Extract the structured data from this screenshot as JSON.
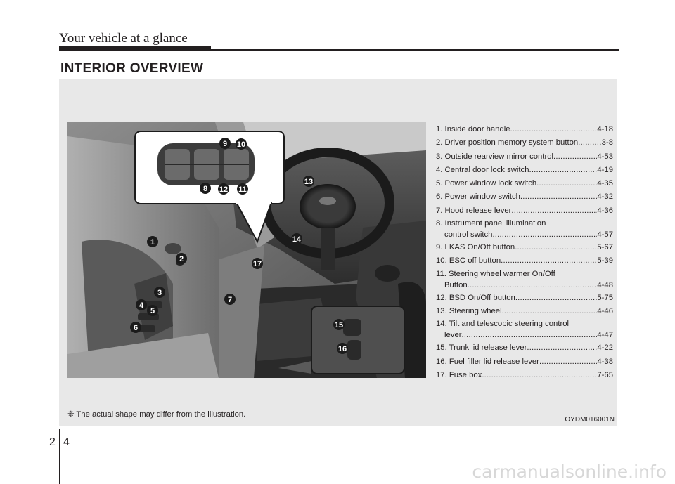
{
  "header": {
    "title": "Your vehicle at a glance"
  },
  "section_title": "INTERIOR OVERVIEW",
  "callouts": [
    "1",
    "2",
    "3",
    "4",
    "5",
    "6",
    "7",
    "8",
    "9",
    "10",
    "11",
    "12",
    "13",
    "14",
    "15",
    "16",
    "17"
  ],
  "items": [
    {
      "name": "1. Inside door handle",
      "page": "4-18"
    },
    {
      "name": "2. Driver position memory system button",
      "page": "3-8"
    },
    {
      "name": "3. Outside rearview mirror control",
      "page": "4-53"
    },
    {
      "name": "4. Central door lock switch",
      "page": "4-19"
    },
    {
      "name": "5. Power window lock switch",
      "page": "4-35"
    },
    {
      "name": "6. Power window switch",
      "page": "4-32"
    },
    {
      "name": "7. Hood release lever",
      "page": "4-36"
    },
    {
      "name": "8. Instrument panel illumination",
      "name2": "control switch",
      "page": "4-57"
    },
    {
      "name": "9. LKAS On/Off button",
      "page": "5-67"
    },
    {
      "name": "10. ESC off button",
      "page": "5-39"
    },
    {
      "name": "11. Steering wheel warmer On/Off",
      "name2": "Button",
      "page": "4-48"
    },
    {
      "name": "12. BSD On/Off button",
      "page": "5-75"
    },
    {
      "name": "13. Steering wheel",
      "page": "4-46"
    },
    {
      "name": "14. Tilt and telescopic steering control",
      "name2": "lever",
      "page": "4-47"
    },
    {
      "name": "15. Trunk lid release lever",
      "page": "4-22"
    },
    {
      "name": "16. Fuel filler lid release lever",
      "page": "4-38"
    },
    {
      "name": "17. Fuse box",
      "page": "7-65"
    }
  ],
  "note": "❈ The actual shape may differ from the illustration.",
  "image_code": "OYDM016001N",
  "page_number": {
    "chapter": "2",
    "page": "4"
  },
  "watermark": "carmanualsonline.info"
}
